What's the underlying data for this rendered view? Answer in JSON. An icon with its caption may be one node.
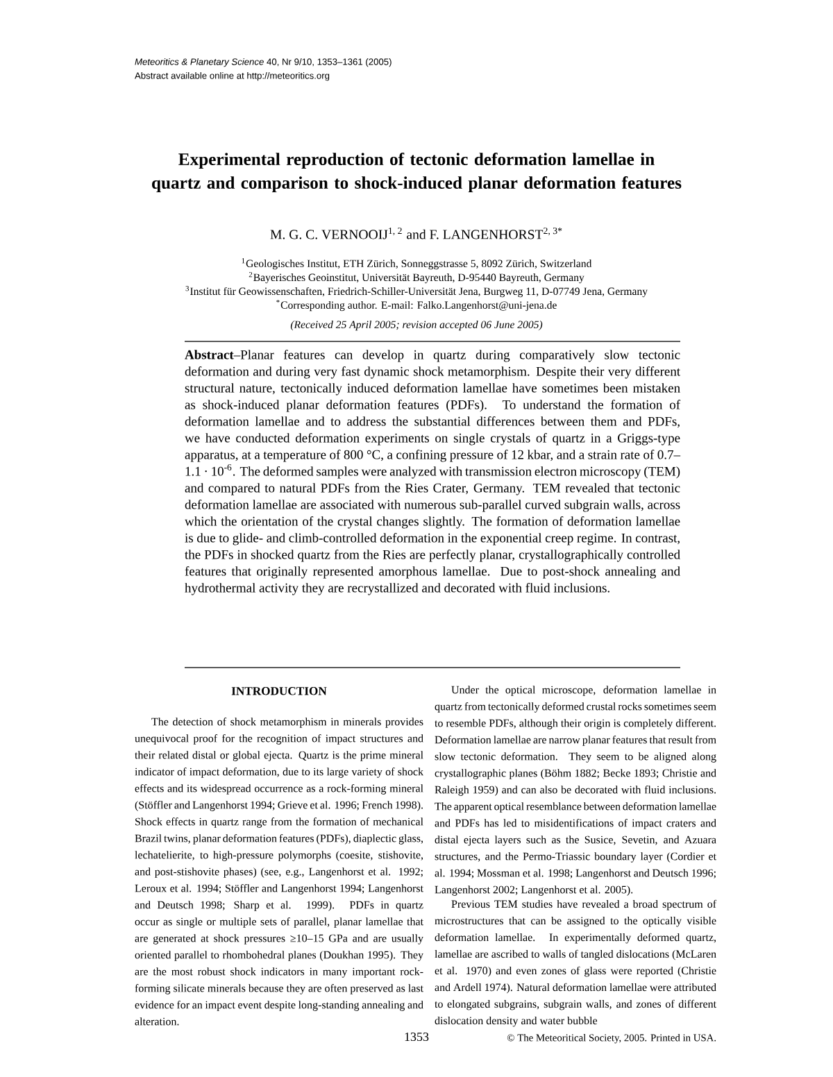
{
  "diagram": {
    "title": "Experimental reproduction of tectonic deformation lamellae in quartz and comparison to shock-induced planar deformation features",
    "labels": [
      "*Meteoritics & Planetary Science* 40, Nr 9/10, 1353–1361 (2005)",
      "Abstract available online at http://meteoritics.org",
      "M. G. C. VERNOOIJ$^{1, 2}$ and F. LANGENHORST$^{2, 3*}$",
      "$^{1}$Geologisches Institut, ETH Zürich, Sonneggstrasse 5, 8092 Zürich, Switzerland",
      "$^{2}$Bayerisches Geoinstitut, Universität Bayreuth, D-95440 Bayreuth, Germany",
      "$^{3}$Institut für Geowissenschaften, Friedrich-Schiller-Universität Jena, Burgweg 11, D-07749 Jena, Germany",
      "$^{*}$Corresponding author. E-mail: Falko.Langenhorst@uni-jena.de",
      "(Received 25 April 2005; revision accepted 06 June 2005)",
      "**Abstract**–Planar features can develop in quartz during comparatively slow tectonic deformation and during very fast dynamic shock metamorphism. Despite their very different structural nature, tectonically induced deformation lamellae have sometimes been mistaken as shock-induced planar deformation features (PDFs). To understand the formation of deformation lamellae and to address the substantial differences between them and PDFs, we have conducted deformation experiments on single crystals of quartz in a Griggs-type apparatus, at a temperature of 800 °C, a confining pressure of 12 kbar, and a strain rate of 0.7–1.1 · 10$^{-6}$. The deformed samples were analyzed with transmission electron microscopy (TEM) and compared to natural PDFs from the Ries Crater, Germany. TEM revealed that tectonic deformation lamellae are associated with numerous sub-parallel curved subgrain walls, across which the orientation of the crystal changes slightly. The formation of deformation lamellae is due to glide- and climb-controlled deformation in the exponential creep regime. In contrast, the PDFs in shocked quartz from the Ries are perfectly planar, crystallographically controlled features that originally represented amorphous lamellae. Due to post-shock annealing and hydrothermal activity they are recrystallized and decorated with fluid inclusions.",
      "INTRODUCTION",
      "The detection of shock metamorphism in minerals provides unequivocal proof for the recognition of impact structures and their related distal or global ejecta. Quartz is the prime mineral indicator of impact deformation, due to its large variety of shock effects and its widespread occurrence as a rock-forming mineral (Stöffler and Langenhorst 1994; Grieve et al. 1996; French 1998). Shock effects in quartz range from the formation of mechanical Brazil twins, planar deformation features (PDFs), diaplectic glass, lechatelierite, to high-pressure polymorphs (coesite, stishovite, and post-stishovite phases) (see, e.g., Langenhorst et al. 1992; Leroux et al. 1994; Stöffler and Langenhorst 1994; Langenhorst and Deutsch 1998; Sharp et al. 1999). PDFs in quartz occur as single or multiple sets of parallel, planar lamellae that are generated at shock pressures ≥10–15 GPa and are usually oriented parallel to rhombohedral planes (Doukhan 1995). They are the most robust shock indicators in many important rock-forming silicate minerals because they are often preserved as last evidence for an impact event despite long-standing annealing and alteration.",
      "Under the optical microscope, deformation lamellae in quartz from tectonically deformed crustal rocks sometimes seem to resemble PDFs, although their origin is completely different. Deformation lamellae are narrow planar features that result from slow tectonic deformation. They seem to be aligned along crystallographic planes (Böhm 1882; Becke 1893; Christie and Raleigh 1959) and can also be decorated with fluid inclusions. The apparent optical resemblance between deformation lamellae and PDFs has led to misidentifications of impact craters and distal ejecta layers such as the Susice, Sevetin, and Azuara structures, and the Permo-Triassic boundary layer (Cordier et al. 1994; Mossman et al. 1998; Langenhorst and Deutsch 1996; Langenhorst 2002; Langenhorst et al. 2005).",
      "Previous TEM studies have revealed a broad spectrum of microstructures that can be assigned to the optically visible deformation lamellae. In experimentally deformed quartz, lamellae are ascribed to walls of tangled dislocations (McLaren et al. 1970) and even zones of glass were reported (Christie and Ardell 1974). Natural deformation lamellae were attributed to elongated subgrains, subgrain walls, and zones of different dislocation density and water bubble",
      "1353",
      "© The Meteoritical Society, 2005. Printed in USA."
    ]
  }
}
